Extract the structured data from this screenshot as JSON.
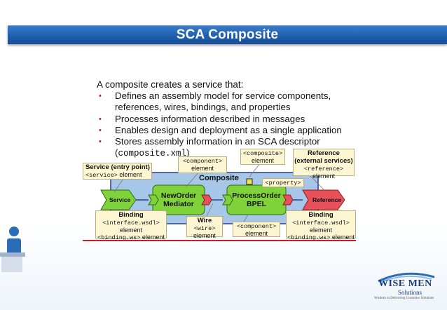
{
  "slide": {
    "title": "SCA Composite",
    "intro": "A composite creates a service that:",
    "bullets": [
      "Defines an assembly model for service components,",
      "references, wires, bindings, and properties",
      "Processes information described in messages",
      "Enables design and deployment as a single application",
      "Stores assembly information in an SCA descriptor"
    ],
    "descriptor_file": "composite.xml",
    "paren_open": "(",
    "paren_close": ")"
  },
  "diagram": {
    "composite_label": "Composite",
    "service_label": "Service",
    "reference_label": "Reference",
    "property_tag": "<property>",
    "component1": [
      "NewOrder",
      "Mediator"
    ],
    "component2": [
      "ProcessOrder",
      "BPEL"
    ],
    "callouts": {
      "service_title": "Service (entry point)",
      "service_tag": "<service>",
      "service_elem": " element",
      "component_tag": "<component>",
      "component_elem": "element",
      "composite_tag": "<composite>",
      "composite_elem": "element",
      "reference_title1": "Reference",
      "reference_title2": "(external services)",
      "reference_tag": "<reference>",
      "reference_elem": "element",
      "binding_left_title": "Binding",
      "binding_left_tag1": "<interface.wsdl>",
      "binding_left_elem": "element",
      "binding_left_tag2": "<binding.ws>",
      "binding_left_elem2": " element",
      "wire_title": "Wire",
      "wire_tag": "<wire>",
      "wire_elem": "element",
      "component2_tag": "<component>",
      "component2_elem": "element",
      "binding_right_title": "Binding",
      "binding_right_tag1": "<interface.wsdl>",
      "binding_right_elem": "element",
      "binding_right_tag2": "<binding.ws>",
      "binding_right_elem2": " element"
    }
  },
  "logo": {
    "name": "WISE MEN",
    "sub": "Solutions",
    "tagline": "Wisdom in Delivering Customer Solutions"
  },
  "colors": {
    "title_bar": "#1f5fae",
    "composite_bg": "#a6c7e8",
    "component_green": "#7fd23a",
    "reference_red": "#e8505a",
    "callout_bg": "#fdf6d3",
    "bullet_red": "#c0202a"
  }
}
